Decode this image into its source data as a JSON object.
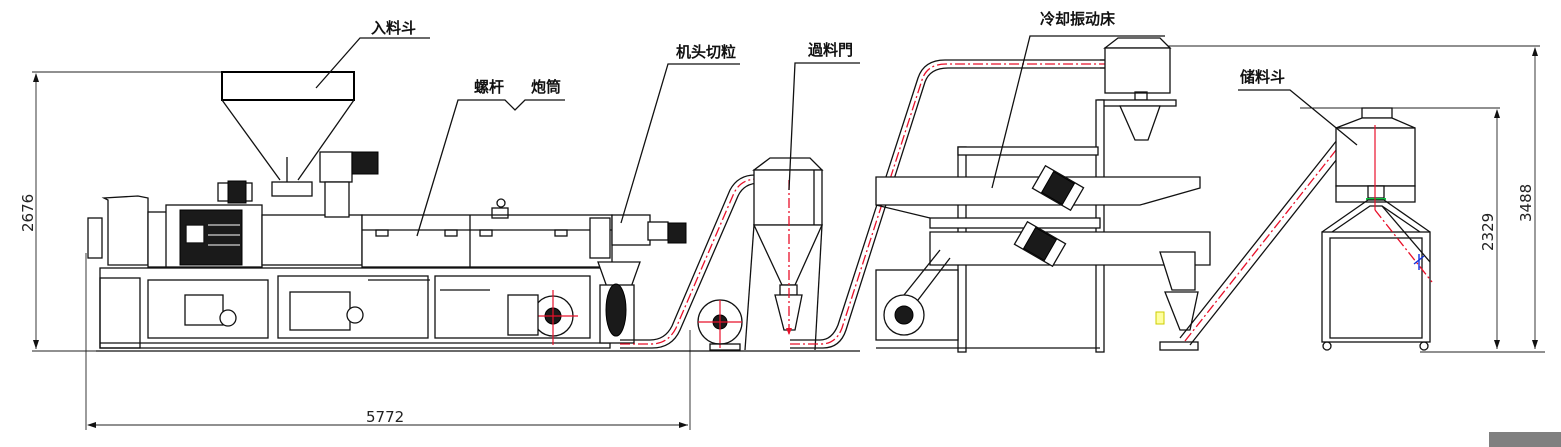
{
  "drawing": {
    "title": "Extrusion pelletizing line – side elevation",
    "labels": {
      "feed_hopper": "入料斗",
      "screw": "螺杆",
      "barrel": "炮筒",
      "die_head_cutter": "机头切粒",
      "cyclone": "過料門",
      "cooling_vibrating_bed": "冷却振动床",
      "storage_hopper": "储料斗"
    },
    "dimensions": {
      "overall_height_extruder": "2676",
      "extruder_length": "5772",
      "storage_hopper_height": "2329",
      "overall_height_total": "3488"
    },
    "colors": {
      "line": "#111111",
      "flow_path": "#e8102a",
      "accent_blue": "#1030e0",
      "accent_green": "#10c040"
    }
  }
}
